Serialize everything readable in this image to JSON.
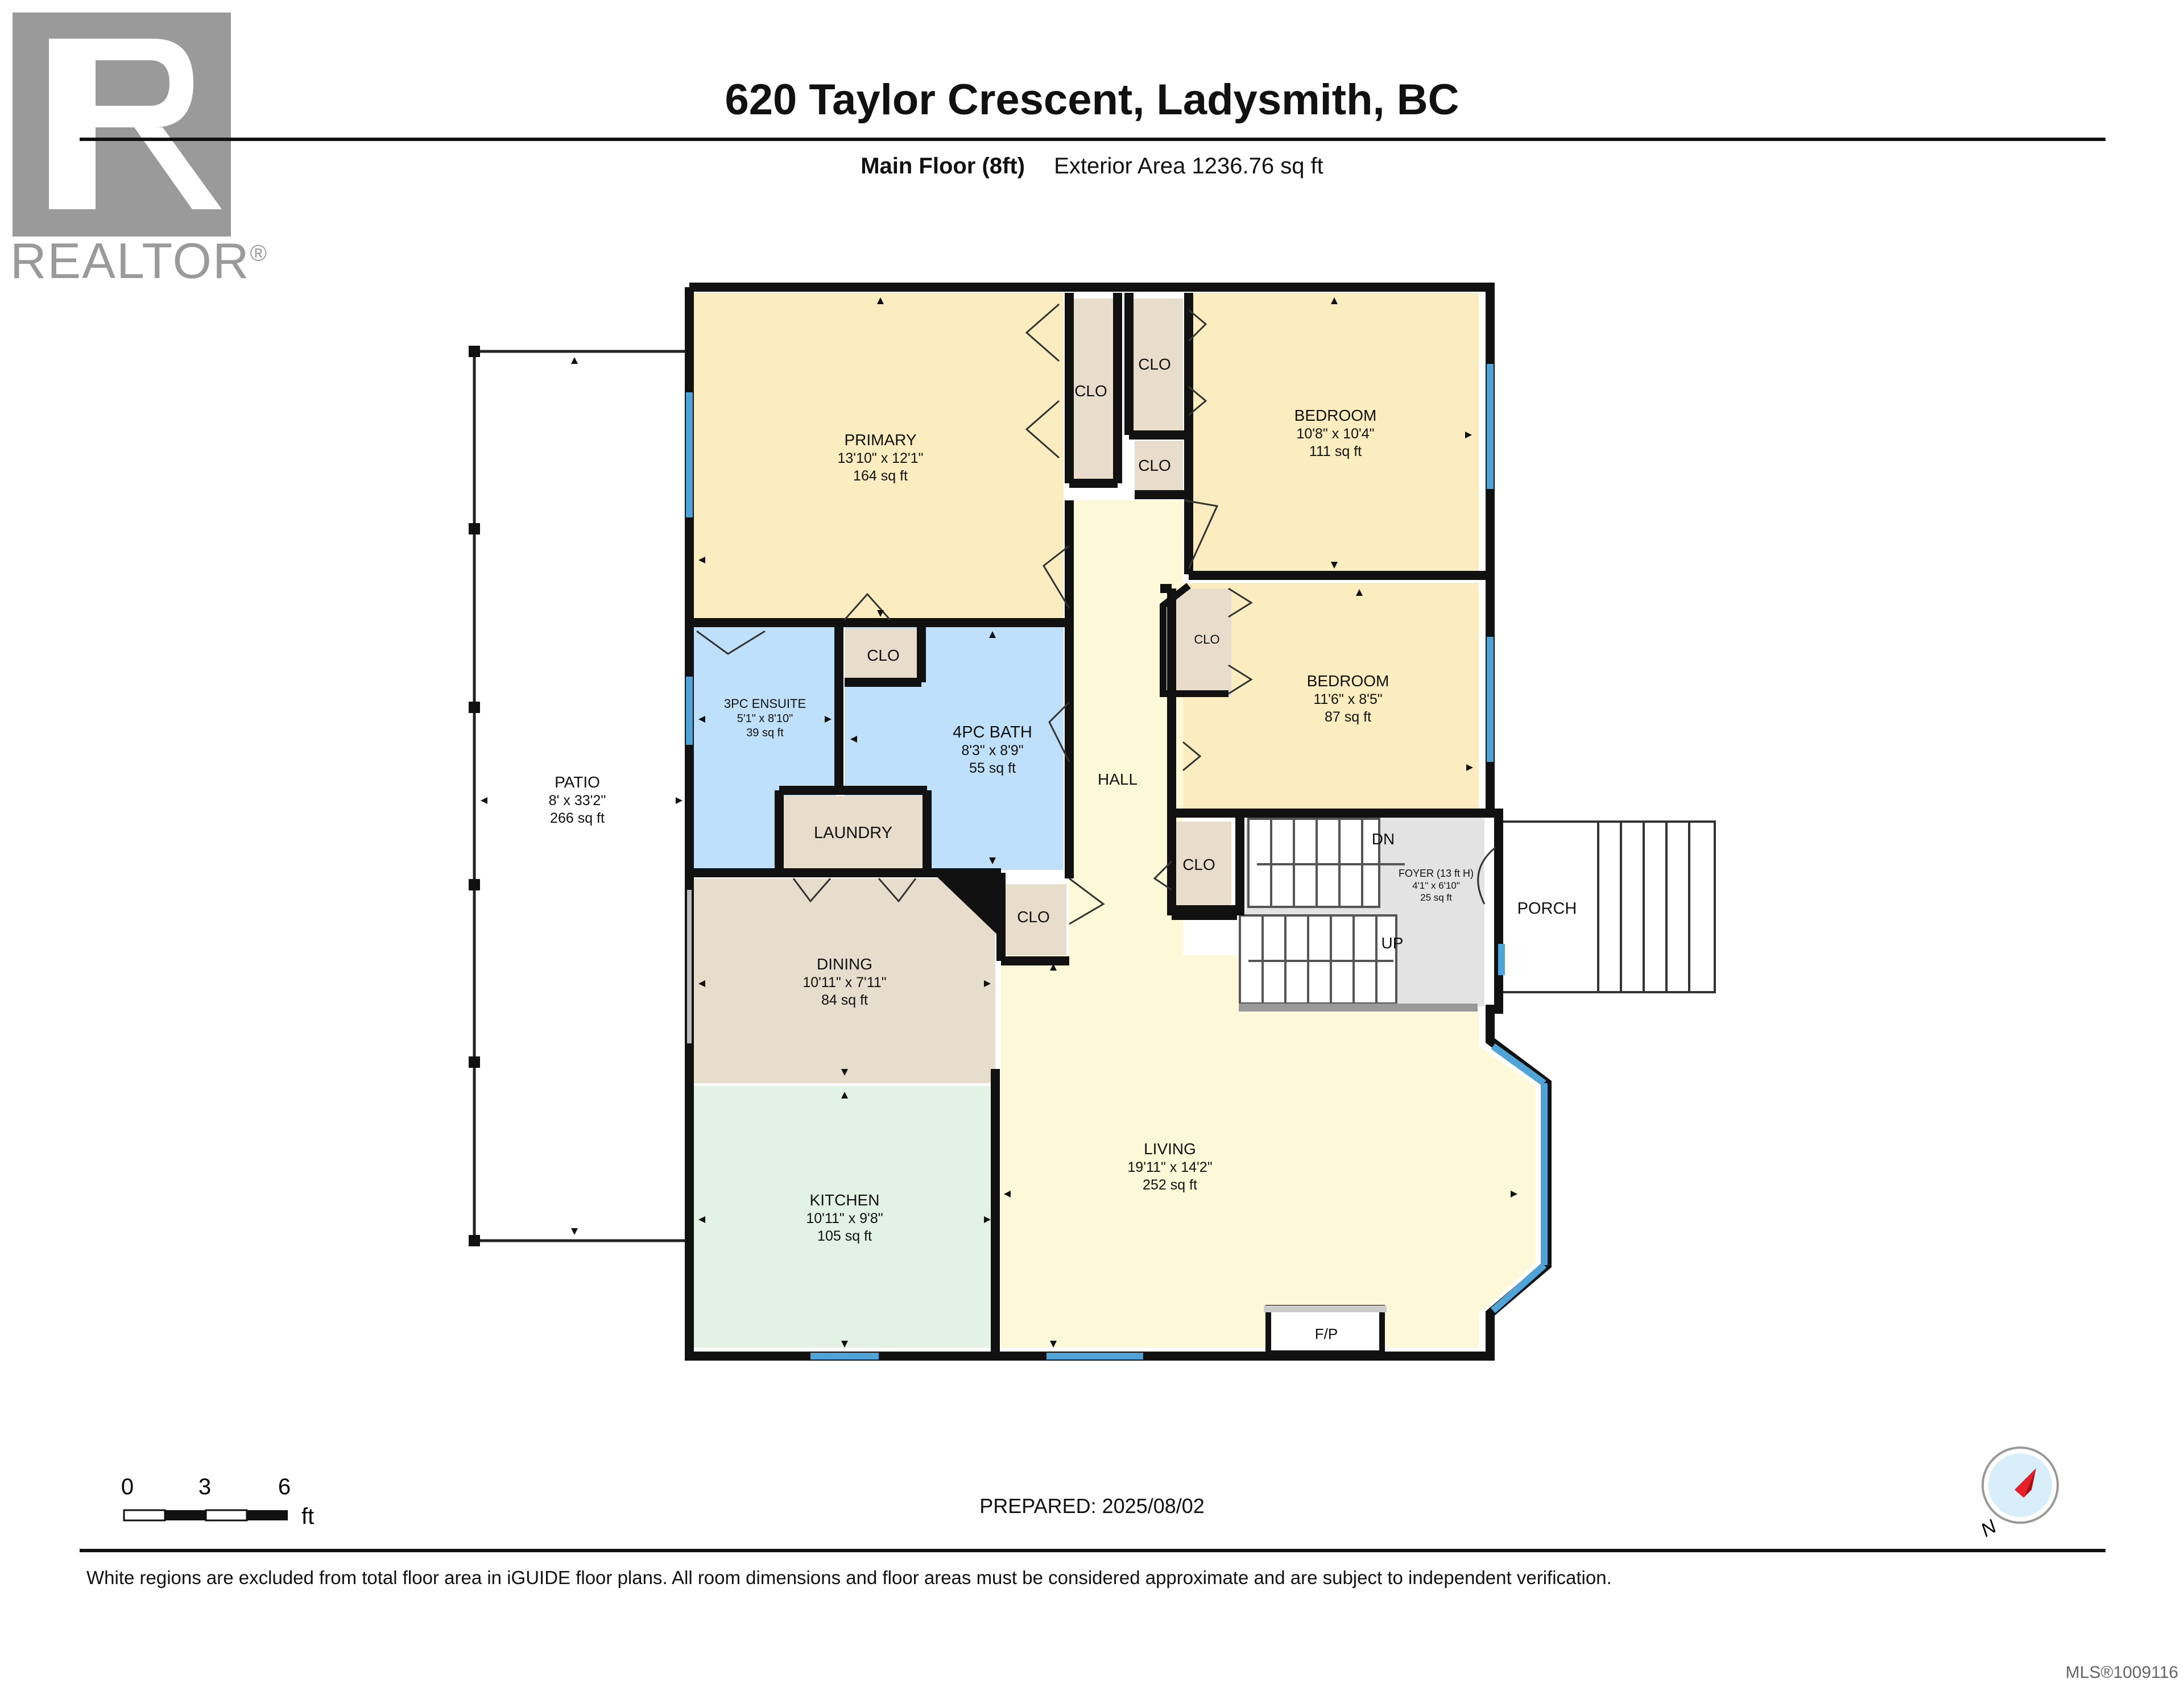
{
  "logo": {
    "wordmark": "REALTOR",
    "mark": "®"
  },
  "header": {
    "title": "620 Taylor Crescent, Ladysmith, BC",
    "floor_label": "Main Floor (8ft)",
    "area_label": "Exterior Area 1236.76 sq ft"
  },
  "rooms": {
    "primary": {
      "name": "PRIMARY",
      "dims": "13'10\" x 12'1\"",
      "area": "164 sq ft"
    },
    "bedroom1": {
      "name": "BEDROOM",
      "dims": "10'8\" x 10'4\"",
      "area": "111 sq ft"
    },
    "bedroom2": {
      "name": "BEDROOM",
      "dims": "11'6\" x 8'5\"",
      "area": "87 sq ft"
    },
    "ensuite": {
      "name": "3PC ENSUITE",
      "dims": "5'1\" x 8'10\"",
      "area": "39 sq ft"
    },
    "bath": {
      "name": "4PC BATH",
      "dims": "8'3\" x 8'9\"",
      "area": "55 sq ft"
    },
    "patio": {
      "name": "PATIO",
      "dims": "8' x 33'2\"",
      "area": "266 sq ft"
    },
    "dining": {
      "name": "DINING",
      "dims": "10'11\" x 7'11\"",
      "area": "84 sq ft"
    },
    "kitchen": {
      "name": "KITCHEN",
      "dims": "10'11\" x 9'8\"",
      "area": "105 sq ft"
    },
    "living": {
      "name": "LIVING",
      "dims": "19'11\" x 14'2\"",
      "area": "252 sq ft"
    },
    "foyer": {
      "name": "FOYER (13 ft H)",
      "dims": "4'1\" x 6'10\"",
      "area": "25 sq ft"
    },
    "hall": {
      "name": "HALL"
    },
    "laundry": {
      "name": "LAUNDRY"
    },
    "porch": {
      "name": "PORCH"
    },
    "closet": {
      "name": "CLO"
    },
    "fireplace": {
      "name": "F/P"
    },
    "stairs_down": "DN",
    "stairs_up": "UP"
  },
  "scale": {
    "ticks": [
      "0",
      "3",
      "6"
    ],
    "unit": "ft"
  },
  "compass": {
    "label": "N"
  },
  "footer": {
    "prepared": "PREPARED: 2025/08/02",
    "disclaimer": "White regions are excluded from total floor area in iGUIDE floor plans. All room dimensions and floor areas must be considered approximate and are subject to independent verification."
  },
  "listing_id": "MLS®1009116",
  "colors": {
    "bedroom": "#fbedbf",
    "bath": "#bfe0fa",
    "closet": "#e8dccb",
    "dining": "#e7ddcc",
    "kitchen": "#e2f3e6",
    "living": "#fcf8d8",
    "foyer": "#e3e3e3",
    "window": "#4fa3d6",
    "wall": "#111111"
  }
}
